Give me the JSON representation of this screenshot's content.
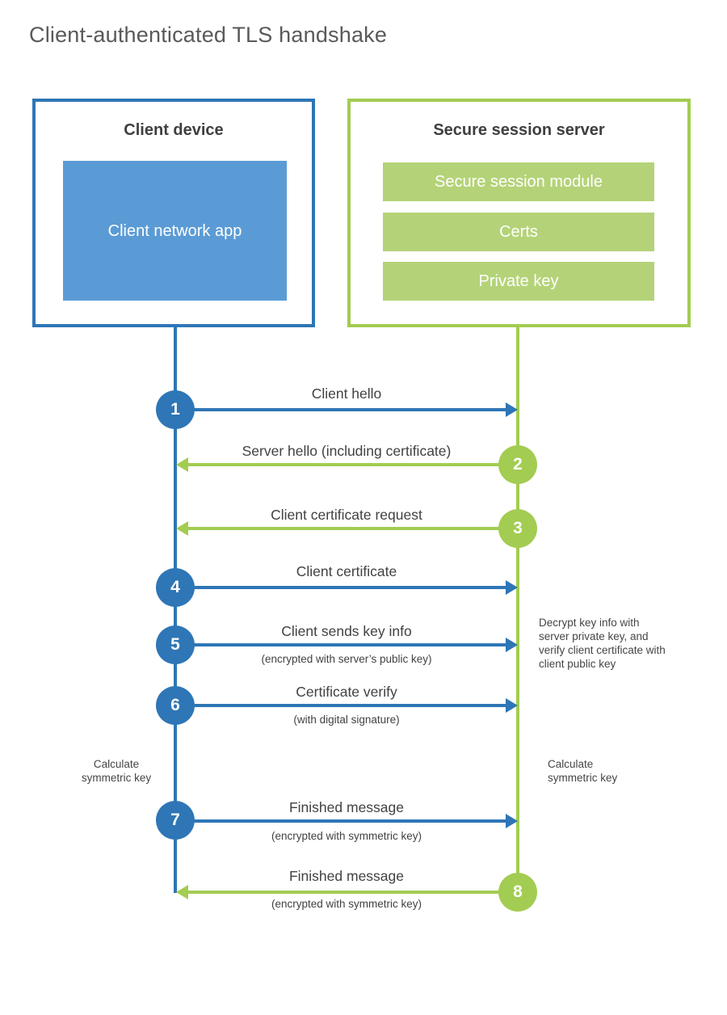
{
  "title": "Client-authenticated TLS handshake",
  "colors": {
    "blue": "#2e76b6",
    "blue_light": "#5b9bd5",
    "green": "#a3cc52",
    "green_light": "#b4d378",
    "text_dark": "#3f3f3f",
    "title_gray": "#58595a"
  },
  "client": {
    "title": "Client device",
    "app_label": "Client network app"
  },
  "server": {
    "title": "Secure session server",
    "modules": [
      {
        "label": "Secure session module"
      },
      {
        "label": "Certs"
      },
      {
        "label": "Private key"
      }
    ]
  },
  "messages": [
    {
      "num": "1",
      "direction": "client-to-server",
      "label": "Client hello"
    },
    {
      "num": "2",
      "direction": "server-to-client",
      "label": "Server hello (including certificate)"
    },
    {
      "num": "3",
      "direction": "server-to-client",
      "label": "Client certificate request"
    },
    {
      "num": "4",
      "direction": "client-to-server",
      "label": "Client certificate"
    },
    {
      "num": "5",
      "direction": "client-to-server",
      "label": "Client sends key info",
      "sublabel": "(encrypted with server’s public key)"
    },
    {
      "num": "6",
      "direction": "client-to-server",
      "label": "Certificate verify",
      "sublabel": "(with digital signature)"
    },
    {
      "num": "7",
      "direction": "client-to-server",
      "label": "Finished message",
      "sublabel": "(encrypted with symmetric key)"
    },
    {
      "num": "8",
      "direction": "server-to-client",
      "label": "Finished message",
      "sublabel": "(encrypted with symmetric key)"
    }
  ],
  "notes": {
    "decrypt": "Decrypt key info with server private key, and verify client certificate with client public key",
    "calculate_left": "Calculate symmetric key",
    "calculate_right": "Calculate symmetric key"
  }
}
